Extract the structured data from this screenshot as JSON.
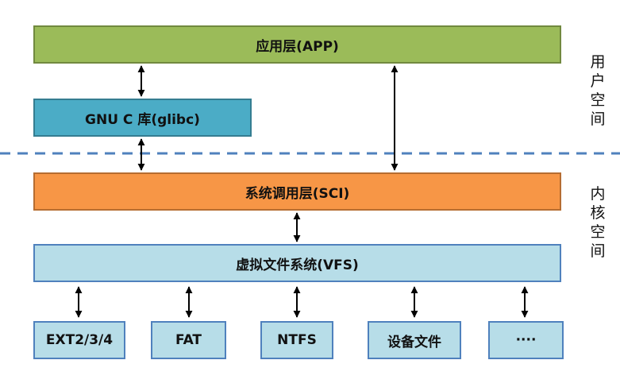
{
  "layers": {
    "app": "应用层(APP)",
    "glibc": "GNU C 库(glibc)",
    "sci": "系统调用层(SCI)",
    "vfs": "虚拟文件系统(VFS)"
  },
  "filesystems": [
    "EXT2/3/4",
    "FAT",
    "NTFS",
    "设备文件",
    "····"
  ],
  "regions": {
    "user_space": [
      "用",
      "户",
      "空",
      "间"
    ],
    "kernel_space": [
      "内",
      "核",
      "空",
      "间"
    ]
  },
  "colors": {
    "app_fill": "#9bbb59",
    "glibc_fill": "#4bacc6",
    "sci_fill": "#f79646",
    "vfs_fill": "#b7dde8",
    "fs_fill": "#b7dde8",
    "divider": "#4f81bd"
  }
}
